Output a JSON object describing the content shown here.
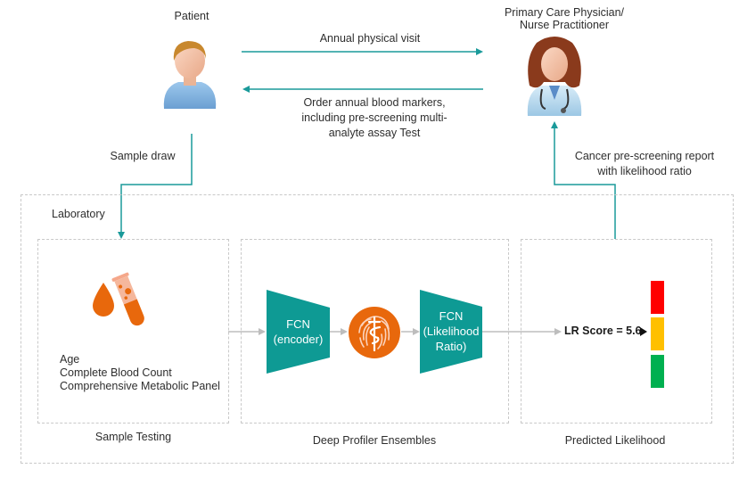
{
  "actors": {
    "patient": {
      "label": "Patient",
      "icon": "patient-avatar-icon"
    },
    "physician": {
      "label_line1": "Primary Care Physician/",
      "label_line2": "Nurse Practitioner",
      "icon": "physician-avatar-icon"
    }
  },
  "flows": {
    "annual_visit": "Annual physical visit",
    "order_markers": [
      "Order annual blood markers,",
      "including pre-screening multi-",
      "analyte assay Test"
    ],
    "sample_draw": "Sample draw",
    "report": [
      "Cancer pre-screening report",
      "with likelihood ratio"
    ]
  },
  "laboratory": {
    "label": "Laboratory",
    "sample_testing": {
      "caption": "Sample Testing",
      "inputs": [
        "Age",
        "Complete Blood Count",
        "Comprehensive Metabolic Panel"
      ],
      "icon": "blood-drop-test-tube-icon"
    },
    "deep_profiler": {
      "caption": "Deep Profiler Ensembles",
      "encoder": [
        "FCN",
        "(encoder)"
      ],
      "likelihood": [
        "FCN",
        "(Likelihood",
        "Ratio)"
      ],
      "center_icon": "fingerprint-caduceus-icon"
    },
    "predicted": {
      "caption": "Predicted Likelihood",
      "lr_score_label": "LR Score = 5.6",
      "lr_score_value": 5.6,
      "indicator_level": "medium",
      "levels": [
        {
          "name": "high",
          "color": "#ff0000"
        },
        {
          "name": "medium",
          "color": "#ffc000"
        },
        {
          "name": "low",
          "color": "#00b050"
        }
      ]
    }
  },
  "colors": {
    "flow_arrow": "#1a9a9a",
    "fcn_fill": "#0e9a94",
    "accent_orange": "#e8680c",
    "dashed_border": "#c9c9c9"
  }
}
